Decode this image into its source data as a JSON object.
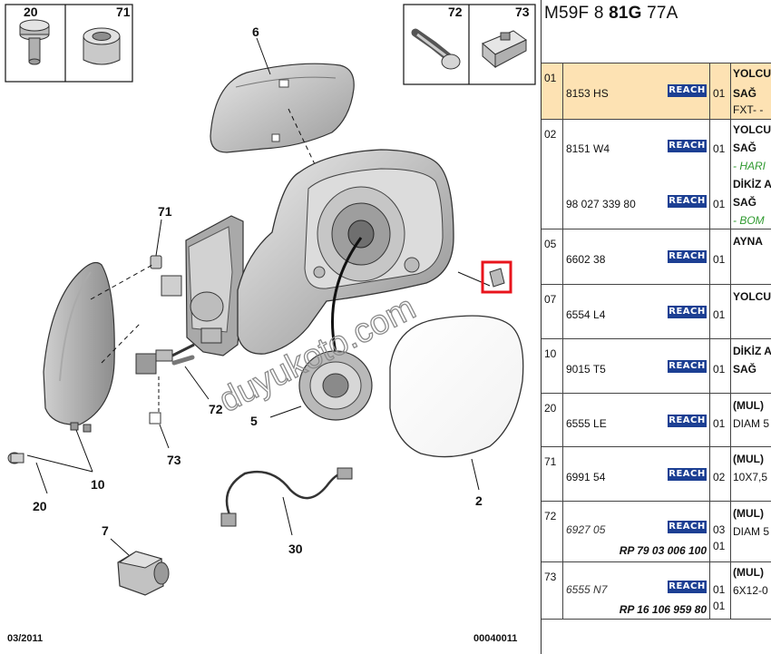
{
  "diagram": {
    "callouts": {
      "c6": "6",
      "c71_top": "71",
      "c72_mid": "72",
      "c73_mid": "73",
      "c5": "5",
      "c10": "10",
      "c20": "20",
      "c2": "2",
      "c7": "7",
      "c30": "30"
    },
    "boxes": {
      "b20": "20",
      "b71": "71",
      "b72": "72",
      "b73": "73"
    },
    "footer_left": "03/2011",
    "footer_right": "00040011",
    "watermark": "duyukoto.com"
  },
  "panel": {
    "header": {
      "prefix": "M59F 8 ",
      "bold": "81G",
      "suffix": " 77A"
    },
    "reach_label": "REACH",
    "rows": [
      {
        "idx": "01",
        "ref": "8153 HS",
        "qty": "01",
        "desc1": "YOLCU",
        "desc2": "SAĞ",
        "desc3": "FXT- -"
      },
      {
        "idx": "02",
        "ref": "8151 W4",
        "qty": "01",
        "desc1": "YOLCU",
        "desc2": "SAĞ",
        "desc3": "- HARI"
      },
      {
        "ref": "98 027 339 80",
        "qty": "01",
        "desc1": "DİKİZ A",
        "desc2": "SAĞ",
        "desc3": "- BOM"
      },
      {
        "idx": "05",
        "ref": "6602 38",
        "qty": "01",
        "desc1": "AYNA"
      },
      {
        "idx": "07",
        "ref": "6554 L4",
        "qty": "01",
        "desc1": "YOLCU"
      },
      {
        "idx": "10",
        "ref": "9015 T5",
        "qty": "01",
        "desc1": "DİKİZ A",
        "desc2": "SAĞ"
      },
      {
        "idx": "20",
        "ref": "6555 LE",
        "qty": "01",
        "desc1": "(MUL)",
        "desc2": "DIAM 5"
      },
      {
        "idx": "71",
        "ref": "6991 54",
        "qty": "02",
        "desc1": "(MUL)",
        "desc2": "10X7,5"
      },
      {
        "idx": "72",
        "ref": "6927 05",
        "sub": "RP 79 03 006 100",
        "qty": "03",
        "qty2": "01",
        "desc1": "(MUL)",
        "desc2": "DIAM 5"
      },
      {
        "idx": "73",
        "ref": "6555 N7",
        "sub": "RP 16 106 959 80",
        "qty": "01",
        "qty2": "01",
        "desc1": "(MUL)",
        "desc2": "6X12-0"
      }
    ]
  },
  "colors": {
    "highlight_row": "#fde2b3",
    "reach_badge": "#1c3f93",
    "green_note": "#2f9a2f",
    "highlight_box": "#e8141c",
    "watermark": "#8a8a8a"
  }
}
